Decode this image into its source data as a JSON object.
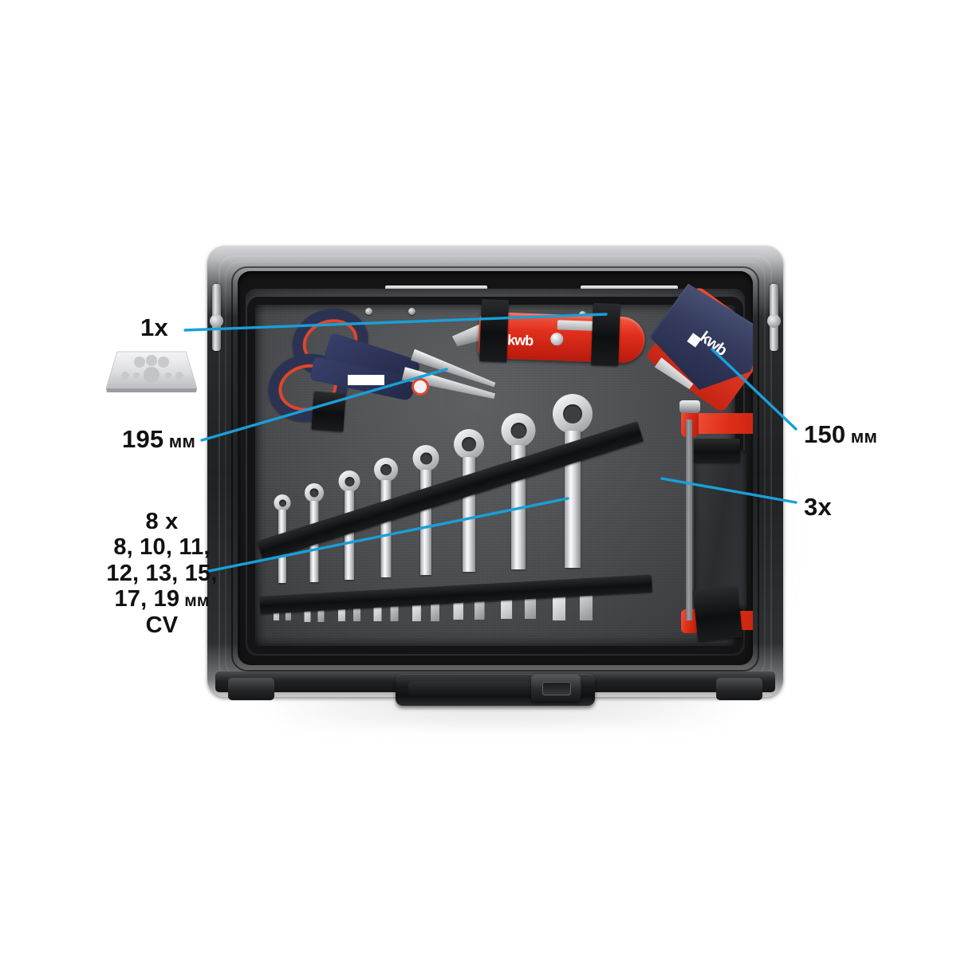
{
  "product": {
    "brand": "kwb",
    "case_type": "tool-case"
  },
  "annotations": [
    {
      "id": "blade",
      "label": "1x",
      "target": "utility-knife"
    },
    {
      "id": "scissors",
      "label": "195",
      "unit": "мм",
      "target": "scissors"
    },
    {
      "id": "padsaw",
      "label": "150",
      "unit": "мм",
      "target": "pad-saw"
    },
    {
      "id": "hacksaw",
      "label": "3x",
      "target": "hacksaw-blades"
    }
  ],
  "labels": {
    "blade_count": "1x",
    "scissors_size": "195",
    "scissors_unit": "мм",
    "padsaw_size": "150",
    "padsaw_unit": "мм",
    "hacksaw_count": "3x",
    "wrench_count": "8 x",
    "wrench_sizes_line1": "8, 10, 11,",
    "wrench_sizes_line2": "12, 13, 15,",
    "wrench_sizes_line3": "17, 19",
    "wrench_unit": "мм",
    "wrench_material": "CV"
  },
  "colors": {
    "leader_line": "#1a9fd8",
    "text": "#111111",
    "brand_red": "#e12f1c",
    "brand_blue": "#2c3352",
    "foam_grey": "#4a4c4f",
    "case_black": "#202123",
    "background": "#ffffff"
  },
  "tools": {
    "knife": {
      "name": "utility-knife",
      "brand": "kwb",
      "color": "#e12f1c"
    },
    "scissors": {
      "name": "scissors",
      "brand": "kwb",
      "size_mm": "195"
    },
    "pad_saw": {
      "name": "pad-saw",
      "brand": "kwb",
      "size_mm": "150"
    },
    "hacksaw": {
      "name": "hacksaw",
      "color": "#df2e18",
      "spare_blades": "3x"
    },
    "wrenches": {
      "name": "combination-wrench-set",
      "count": "8 x",
      "material": "CV",
      "sizes": [
        "8",
        "10",
        "11",
        "12",
        "13",
        "15",
        "17",
        "19"
      ],
      "unit": "мм"
    },
    "spare_blade": {
      "name": "utility-blade",
      "count": "1x"
    }
  }
}
